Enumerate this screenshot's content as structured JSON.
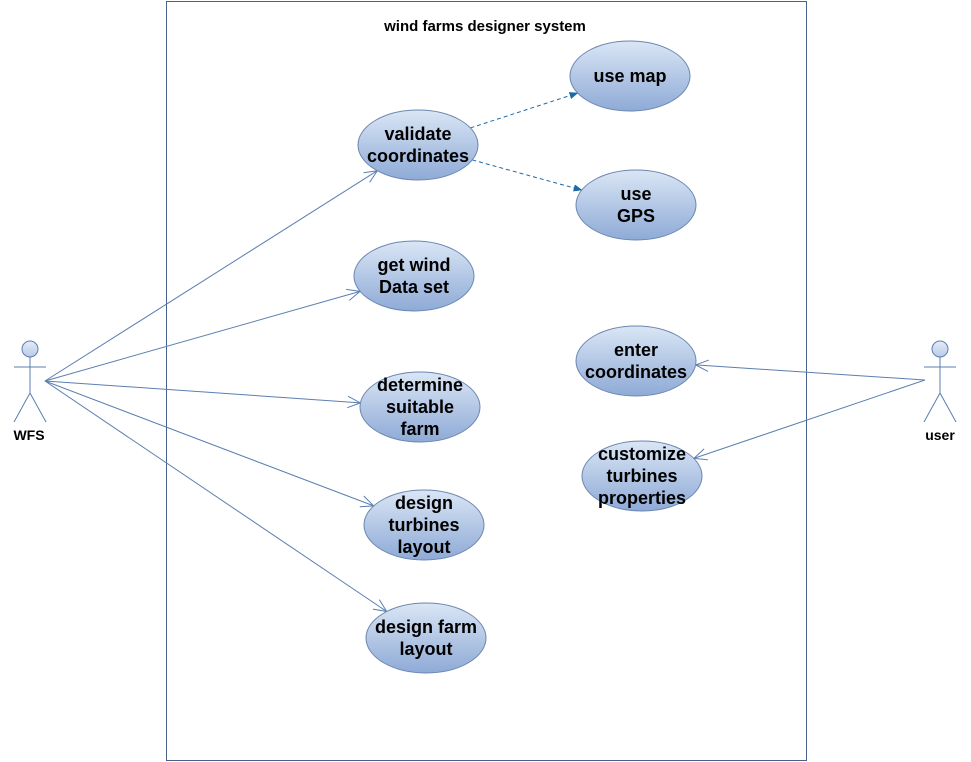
{
  "diagram": {
    "system": {
      "title": "wind farms designer system"
    },
    "actors": [
      {
        "id": "wfs",
        "label": "WFS"
      },
      {
        "id": "user",
        "label": "user"
      }
    ],
    "use_cases": [
      {
        "id": "validate-coordinates",
        "lines": [
          "validate",
          "coordinates"
        ]
      },
      {
        "id": "use-map",
        "lines": [
          "use map"
        ]
      },
      {
        "id": "use-gps",
        "lines": [
          "use",
          "GPS"
        ]
      },
      {
        "id": "get-wind-data-set",
        "lines": [
          "get wind",
          "Data set"
        ]
      },
      {
        "id": "determine-suitable-farm",
        "lines": [
          "determine",
          "suitable",
          "farm"
        ]
      },
      {
        "id": "design-turbines-layout",
        "lines": [
          "design",
          "turbines",
          "layout"
        ]
      },
      {
        "id": "design-farm-layout",
        "lines": [
          "design farm",
          "layout"
        ]
      },
      {
        "id": "enter-coordinates",
        "lines": [
          "enter",
          "coordinates"
        ]
      },
      {
        "id": "customize-turbines-properties",
        "lines": [
          "customize",
          "turbines",
          "properties"
        ]
      }
    ],
    "associations": [
      {
        "from": "wfs",
        "to": "validate-coordinates"
      },
      {
        "from": "wfs",
        "to": "get-wind-data-set"
      },
      {
        "from": "wfs",
        "to": "determine-suitable-farm"
      },
      {
        "from": "wfs",
        "to": "design-turbines-layout"
      },
      {
        "from": "wfs",
        "to": "design-farm-layout"
      },
      {
        "from": "user",
        "to": "enter-coordinates"
      },
      {
        "from": "user",
        "to": "customize-turbines-properties"
      }
    ],
    "dependencies": [
      {
        "from": "validate-coordinates",
        "to": "use-map",
        "style": "dashed"
      },
      {
        "from": "validate-coordinates",
        "to": "use-gps",
        "style": "dashed"
      }
    ],
    "colors": {
      "usecase_fill_top": "#dae6f5",
      "usecase_fill_bottom": "#8eaad6",
      "usecase_stroke": "#6b86b0",
      "association_line": "#5b7fb0",
      "dependency_line": "#1c6aa8",
      "boundary": "#46618c",
      "actor_fill": "#b9cbe6"
    }
  }
}
